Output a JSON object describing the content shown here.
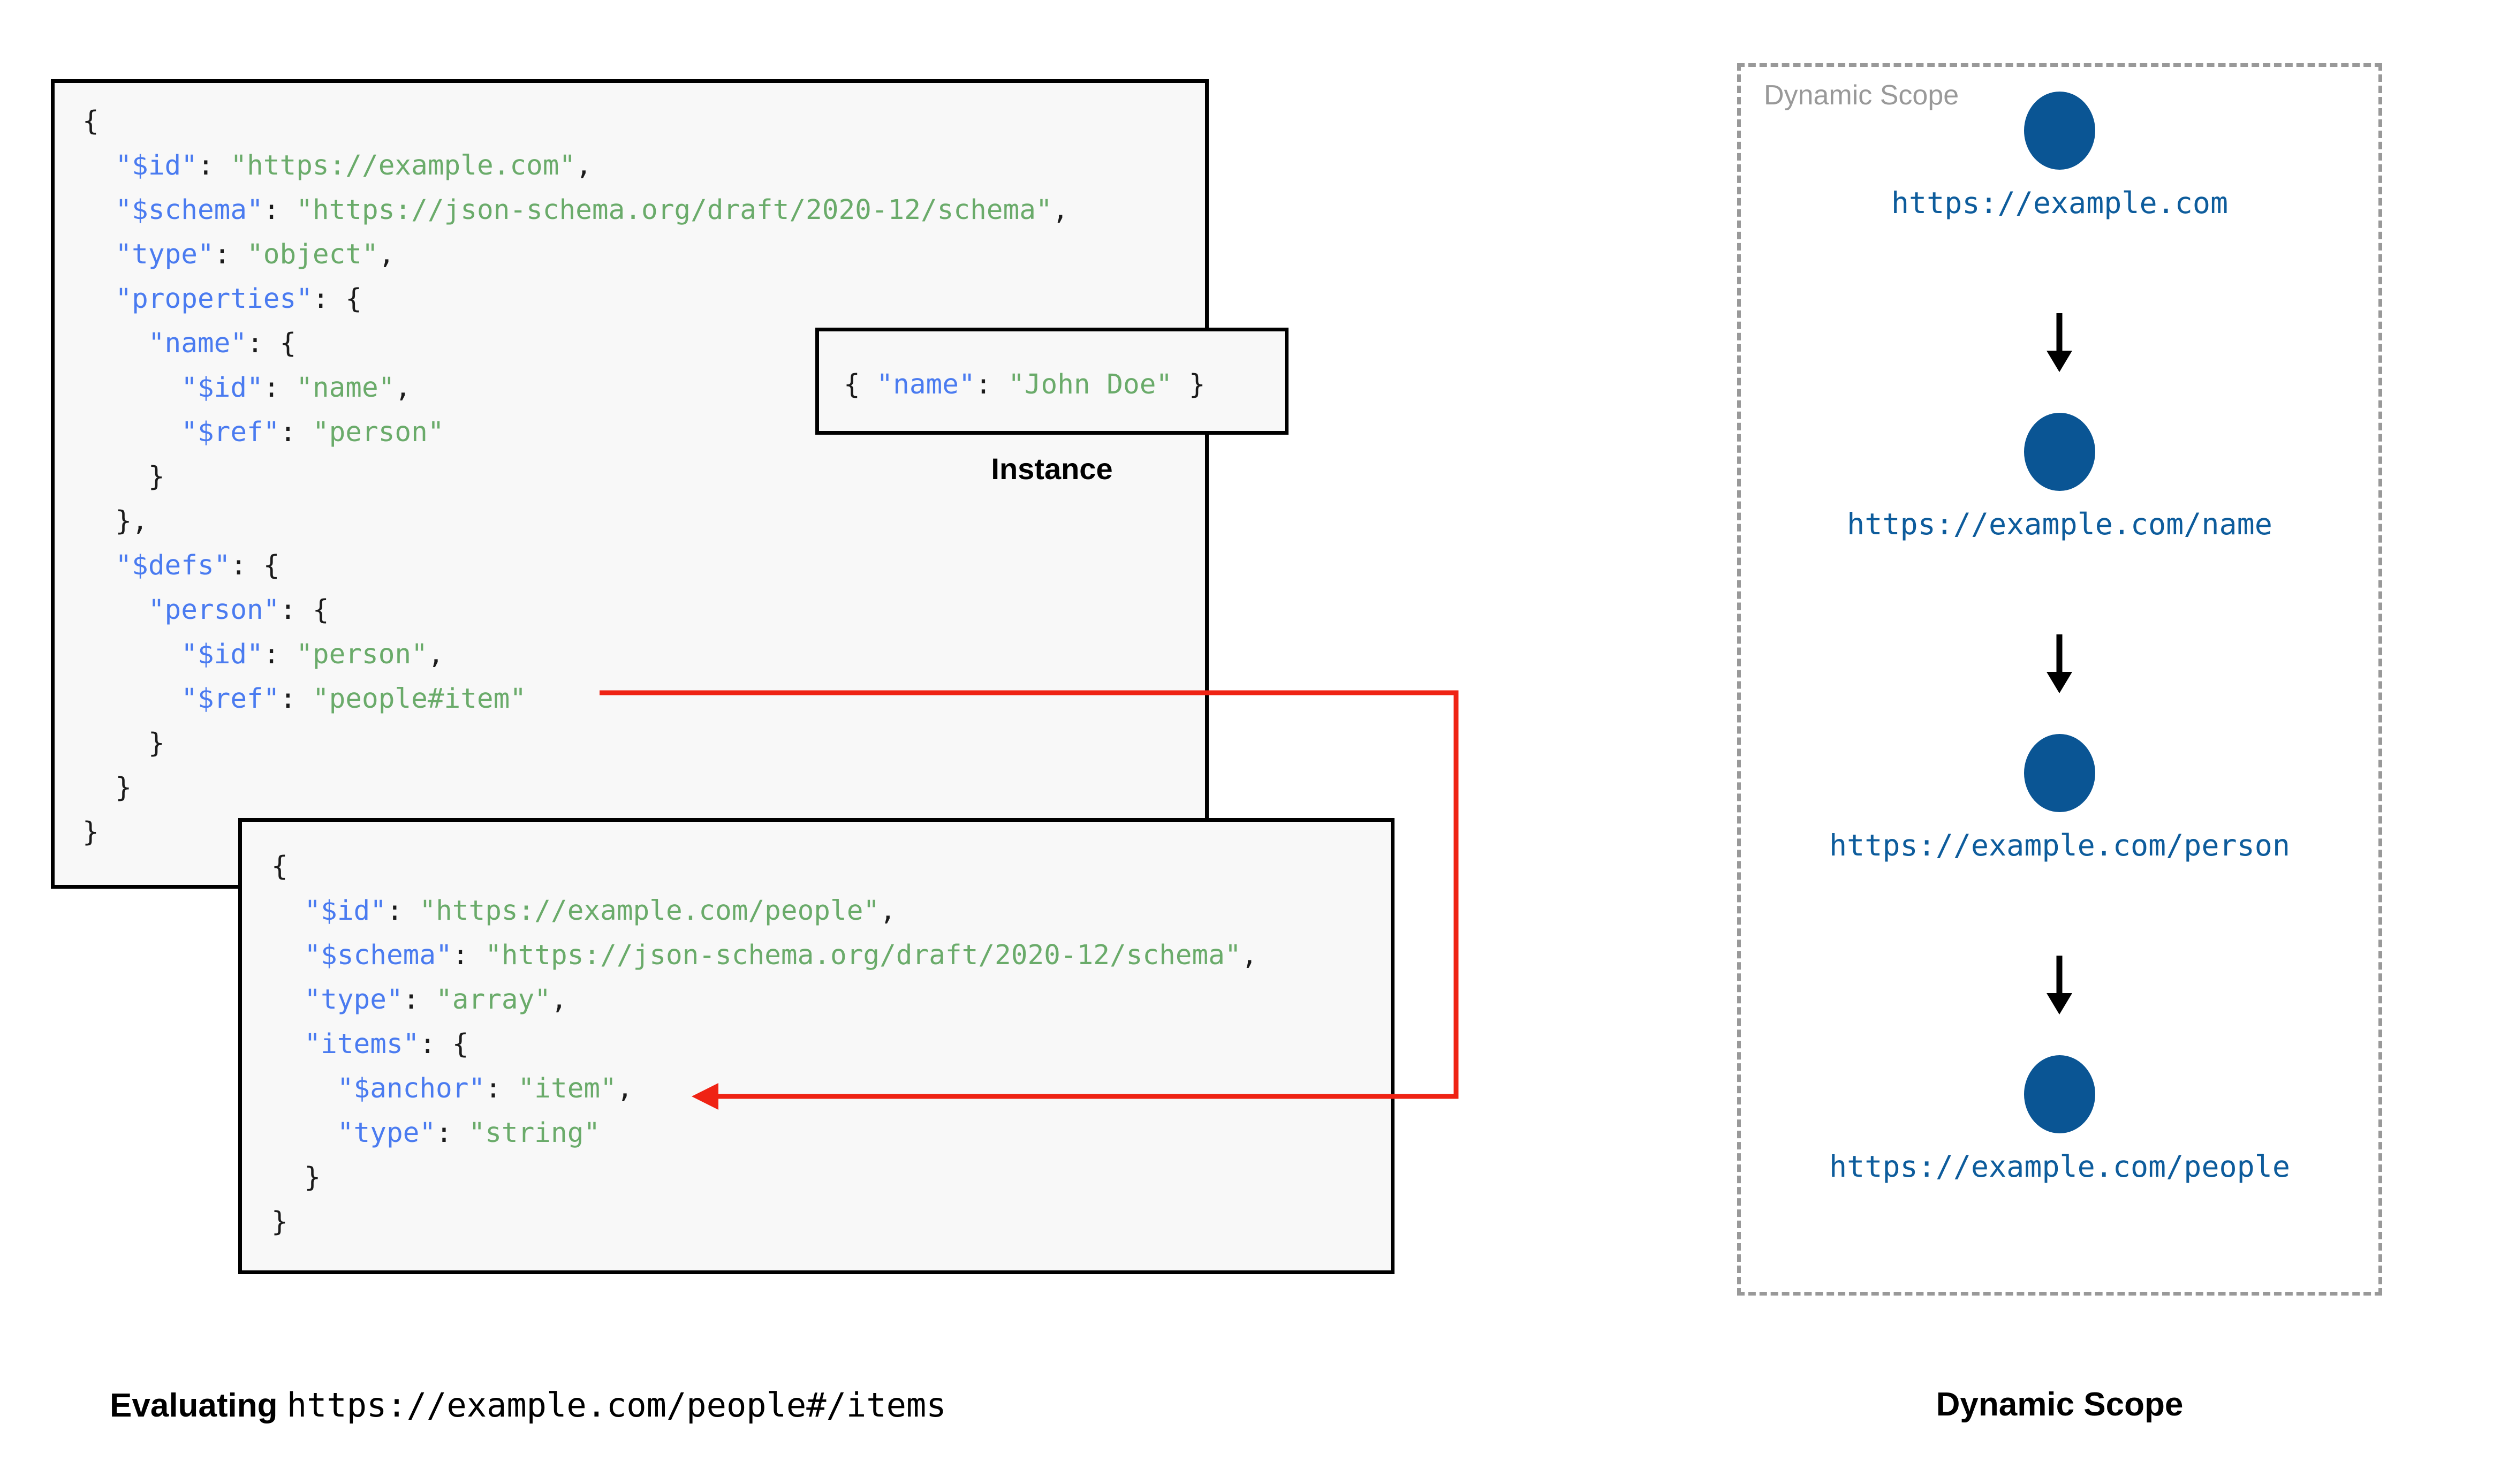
{
  "schema_root": {
    "lines": [
      [
        {
          "t": "{",
          "c": "p"
        }
      ],
      [
        {
          "t": "  ",
          "c": "p"
        },
        {
          "t": "\"$id\"",
          "c": "k"
        },
        {
          "t": ": ",
          "c": "p"
        },
        {
          "t": "\"https://example.com\"",
          "c": "s"
        },
        {
          "t": ",",
          "c": "p"
        }
      ],
      [
        {
          "t": "  ",
          "c": "p"
        },
        {
          "t": "\"$schema\"",
          "c": "k"
        },
        {
          "t": ": ",
          "c": "p"
        },
        {
          "t": "\"https://json-schema.org/draft/2020-12/schema\"",
          "c": "s"
        },
        {
          "t": ",",
          "c": "p"
        }
      ],
      [
        {
          "t": "  ",
          "c": "p"
        },
        {
          "t": "\"type\"",
          "c": "k"
        },
        {
          "t": ": ",
          "c": "p"
        },
        {
          "t": "\"object\"",
          "c": "s"
        },
        {
          "t": ",",
          "c": "p"
        }
      ],
      [
        {
          "t": "  ",
          "c": "p"
        },
        {
          "t": "\"properties\"",
          "c": "k"
        },
        {
          "t": ": {",
          "c": "p"
        }
      ],
      [
        {
          "t": "    ",
          "c": "p"
        },
        {
          "t": "\"name\"",
          "c": "k"
        },
        {
          "t": ": {",
          "c": "p"
        }
      ],
      [
        {
          "t": "      ",
          "c": "p"
        },
        {
          "t": "\"$id\"",
          "c": "k"
        },
        {
          "t": ": ",
          "c": "p"
        },
        {
          "t": "\"name\"",
          "c": "s"
        },
        {
          "t": ",",
          "c": "p"
        }
      ],
      [
        {
          "t": "      ",
          "c": "p"
        },
        {
          "t": "\"$ref\"",
          "c": "k"
        },
        {
          "t": ": ",
          "c": "p"
        },
        {
          "t": "\"person\"",
          "c": "s"
        }
      ],
      [
        {
          "t": "    }",
          "c": "p"
        }
      ],
      [
        {
          "t": "  },",
          "c": "p"
        }
      ],
      [
        {
          "t": "  ",
          "c": "p"
        },
        {
          "t": "\"$defs\"",
          "c": "k"
        },
        {
          "t": ": {",
          "c": "p"
        }
      ],
      [
        {
          "t": "    ",
          "c": "p"
        },
        {
          "t": "\"person\"",
          "c": "k"
        },
        {
          "t": ": {",
          "c": "p"
        }
      ],
      [
        {
          "t": "      ",
          "c": "p"
        },
        {
          "t": "\"$id\"",
          "c": "k"
        },
        {
          "t": ": ",
          "c": "p"
        },
        {
          "t": "\"person\"",
          "c": "s"
        },
        {
          "t": ",",
          "c": "p"
        }
      ],
      [
        {
          "t": "      ",
          "c": "p"
        },
        {
          "t": "\"$ref\"",
          "c": "k"
        },
        {
          "t": ": ",
          "c": "p"
        },
        {
          "t": "\"people#item\"",
          "c": "s"
        }
      ],
      [
        {
          "t": "    }",
          "c": "p"
        }
      ],
      [
        {
          "t": "  }",
          "c": "p"
        }
      ],
      [
        {
          "t": "}",
          "c": "p"
        }
      ]
    ]
  },
  "instance": {
    "label": "Instance",
    "lines": [
      [
        {
          "t": "{ ",
          "c": "p"
        },
        {
          "t": "\"name\"",
          "c": "k"
        },
        {
          "t": ": ",
          "c": "p"
        },
        {
          "t": "\"John Doe\"",
          "c": "s"
        },
        {
          "t": " }",
          "c": "p"
        }
      ]
    ]
  },
  "people_schema": {
    "lines": [
      [
        {
          "t": "{",
          "c": "p"
        }
      ],
      [
        {
          "t": "  ",
          "c": "p"
        },
        {
          "t": "\"$id\"",
          "c": "k"
        },
        {
          "t": ": ",
          "c": "p"
        },
        {
          "t": "\"https://example.com/people\"",
          "c": "s"
        },
        {
          "t": ",",
          "c": "p"
        }
      ],
      [
        {
          "t": "  ",
          "c": "p"
        },
        {
          "t": "\"$schema\"",
          "c": "k"
        },
        {
          "t": ": ",
          "c": "p"
        },
        {
          "t": "\"https://json-schema.org/draft/2020-12/schema\"",
          "c": "s"
        },
        {
          "t": ",",
          "c": "p"
        }
      ],
      [
        {
          "t": "  ",
          "c": "p"
        },
        {
          "t": "\"type\"",
          "c": "k"
        },
        {
          "t": ": ",
          "c": "p"
        },
        {
          "t": "\"array\"",
          "c": "s"
        },
        {
          "t": ",",
          "c": "p"
        }
      ],
      [
        {
          "t": "  ",
          "c": "p"
        },
        {
          "t": "\"items\"",
          "c": "k"
        },
        {
          "t": ": {",
          "c": "p"
        }
      ],
      [
        {
          "t": "    ",
          "c": "p"
        },
        {
          "t": "\"$anchor\"",
          "c": "k"
        },
        {
          "t": ": ",
          "c": "p"
        },
        {
          "t": "\"item\"",
          "c": "s"
        },
        {
          "t": ",",
          "c": "p"
        }
      ],
      [
        {
          "t": "    ",
          "c": "p"
        },
        {
          "t": "\"type\"",
          "c": "k"
        },
        {
          "t": ": ",
          "c": "p"
        },
        {
          "t": "\"string\"",
          "c": "s"
        }
      ],
      [
        {
          "t": "  }",
          "c": "p"
        }
      ],
      [
        {
          "t": "}",
          "c": "p"
        }
      ]
    ]
  },
  "reference_arrow": {
    "from": "\"$ref\": \"people#item\"",
    "to": "\"$anchor\": \"item\"",
    "color": "#ef2314"
  },
  "dynamic_scope": {
    "panel_title": "Dynamic Scope",
    "node_color": "#0a5594",
    "label_color": "#0d5c9c",
    "border_color": "#999999",
    "nodes": [
      {
        "label": "https://example.com"
      },
      {
        "label": "https://example.com/name"
      },
      {
        "label": "https://example.com/person"
      },
      {
        "label": "https://example.com/people"
      }
    ]
  },
  "captions": {
    "evaluating_bold": "Evaluating ",
    "evaluating_mono": "https://example.com/people#/items",
    "dynamic_scope": "Dynamic Scope"
  }
}
